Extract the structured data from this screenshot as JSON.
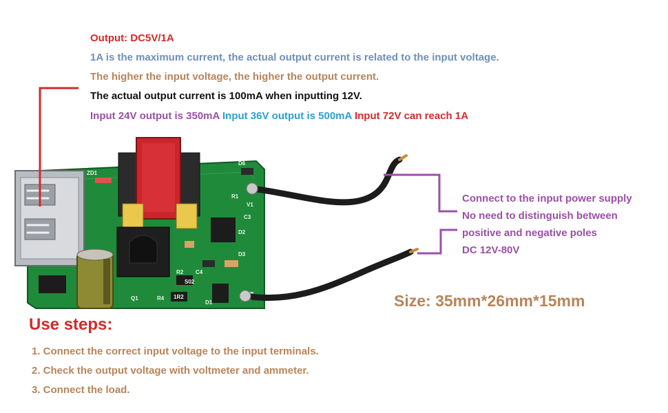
{
  "specs": {
    "output": "Output: DC5V/1A",
    "max_current_note": "1A is the maximum current, the actual output current is related to the input voltage.",
    "higher_input_note": "The higher the input voltage, the higher the output current.",
    "actual_current_note": "The actual output current is 100mA when inputting 12V.",
    "input24": "Input 24V output is 350mA",
    "input36": "Input 36V output is 500mA",
    "input72": "Input 72V can reach 1A"
  },
  "power": {
    "line1": "Connect to the input power supply",
    "line2": "No need to distinguish between",
    "line3": "positive and negative poles",
    "line4": "DC 12V-80V"
  },
  "size": "Size: 35mm*26mm*15mm",
  "steps": {
    "title": "Use steps:",
    "items": [
      "1. Connect the correct input voltage to the input terminals.",
      "2. Check the output voltage with voltmeter and ammeter.",
      "3. Connect the load."
    ]
  },
  "board_labels": {
    "zd1": "ZD1",
    "d6": "D6",
    "r1": "R1",
    "c3": "C3",
    "d2": "D2",
    "d3": "D3",
    "r2": "R2",
    "c4": "C4",
    "s02": "S02",
    "q1": "Q1",
    "r4": "R4",
    "r1_2": "1R2",
    "d1": "D1",
    "v1": "V1"
  },
  "colors": {
    "accent_red": "#d42a2a",
    "slate": "#6f8fb8",
    "tan": "#b8845a",
    "purple": "#9b4fa8",
    "cyan": "#29a0cf",
    "pcb_green": "#1f8a3a"
  }
}
